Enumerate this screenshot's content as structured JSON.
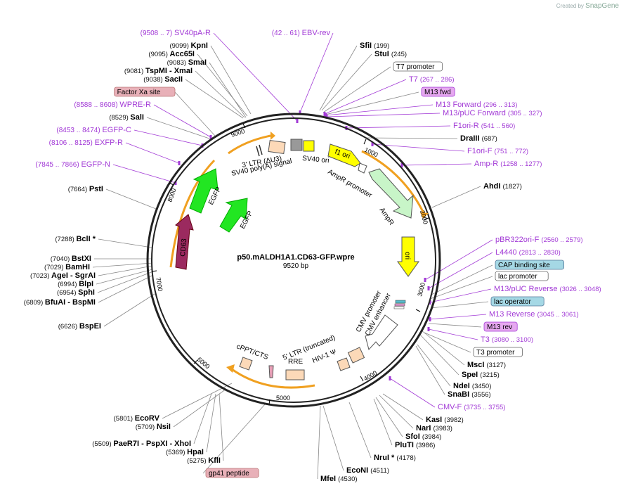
{
  "credit": {
    "prefix": "Created by",
    "brand": "SnapGene"
  },
  "plasmid": {
    "name": "p50.mALDH1A1.CD63-GFP.wpre",
    "size": "9520 bp"
  },
  "ticks": [
    "1000",
    "2000",
    "3000",
    "4000",
    "5000",
    "6000",
    "7000",
    "8000",
    "9000"
  ],
  "sites": [
    {
      "name": "SV40pA-R",
      "pos": "(9508 .. 7)",
      "kind": "primer"
    },
    {
      "name": "EBV-rev",
      "pos": "(42 .. 61)",
      "kind": "primer"
    },
    {
      "name": "KpnI",
      "pos": "(9099)",
      "kind": "enzyme"
    },
    {
      "name": "SfiI",
      "pos": "(199)",
      "kind": "enzyme"
    },
    {
      "name": "Acc65I",
      "pos": "(9095)",
      "kind": "enzyme"
    },
    {
      "name": "StuI",
      "pos": "(245)",
      "kind": "enzyme"
    },
    {
      "name": "SmaI",
      "pos": "(9083)",
      "kind": "enzyme"
    },
    {
      "name": "T7 promoter",
      "pos": "",
      "kind": "box-white"
    },
    {
      "name": "TspMI - XmaI",
      "pos": "(9081)",
      "kind": "enzyme"
    },
    {
      "name": "T7",
      "pos": "(267 .. 286)",
      "kind": "primer"
    },
    {
      "name": "SacII",
      "pos": "(9038)",
      "kind": "enzyme"
    },
    {
      "name": "M13 fwd",
      "pos": "",
      "kind": "box-purple"
    },
    {
      "name": "Factor Xa site",
      "pos": "",
      "kind": "box-pink"
    },
    {
      "name": "M13 Forward",
      "pos": "(296 .. 313)",
      "kind": "primer"
    },
    {
      "name": "WPRE-R",
      "pos": "(8588 .. 8608)",
      "kind": "primer"
    },
    {
      "name": "M13/pUC Forward",
      "pos": "(305 .. 327)",
      "kind": "primer"
    },
    {
      "name": "SalI",
      "pos": "(8529)",
      "kind": "enzyme"
    },
    {
      "name": "F1ori-R",
      "pos": "(541 .. 560)",
      "kind": "primer"
    },
    {
      "name": "EGFP-C",
      "pos": "(8453 .. 8474)",
      "kind": "primer"
    },
    {
      "name": "DraIII",
      "pos": "(687)",
      "kind": "enzyme"
    },
    {
      "name": "EXFP-R",
      "pos": "(8106 .. 8125)",
      "kind": "primer"
    },
    {
      "name": "F1ori-F",
      "pos": "(751 .. 772)",
      "kind": "primer"
    },
    {
      "name": "EGFP-N",
      "pos": "(7845 .. 7866)",
      "kind": "primer"
    },
    {
      "name": "Amp-R",
      "pos": "(1258 .. 1277)",
      "kind": "primer"
    },
    {
      "name": "AhdI",
      "pos": "(1827)",
      "kind": "enzyme"
    },
    {
      "name": "PstI",
      "pos": "(7664)",
      "kind": "enzyme"
    },
    {
      "name": "pBR322ori-F",
      "pos": "(2560 .. 2579)",
      "kind": "primer"
    },
    {
      "name": "BclI *",
      "pos": "(7288)",
      "kind": "enzyme"
    },
    {
      "name": "L4440",
      "pos": "(2813 .. 2830)",
      "kind": "primer"
    },
    {
      "name": "BstXI",
      "pos": "(7040)",
      "kind": "enzyme"
    },
    {
      "name": "CAP binding site",
      "pos": "",
      "kind": "box-blue"
    },
    {
      "name": "BamHI",
      "pos": "(7029)",
      "kind": "enzyme"
    },
    {
      "name": "lac promoter",
      "pos": "",
      "kind": "box-white"
    },
    {
      "name": "AgeI - SgrAI",
      "pos": "(7023)",
      "kind": "enzyme"
    },
    {
      "name": "M13/pUC Reverse",
      "pos": "(3026 .. 3048)",
      "kind": "primer"
    },
    {
      "name": "BlpI",
      "pos": "(6994)",
      "kind": "enzyme"
    },
    {
      "name": "lac operator",
      "pos": "",
      "kind": "box-blue"
    },
    {
      "name": "SphI",
      "pos": "(6954)",
      "kind": "enzyme"
    },
    {
      "name": "BfuAI - BspMI",
      "pos": "(6809)",
      "kind": "enzyme"
    },
    {
      "name": "M13 Reverse",
      "pos": "(3045 .. 3061)",
      "kind": "primer"
    },
    {
      "name": "M13 rev",
      "pos": "",
      "kind": "box-purple"
    },
    {
      "name": "BspEI",
      "pos": "(6626)",
      "kind": "enzyme"
    },
    {
      "name": "T3",
      "pos": "(3080 .. 3100)",
      "kind": "primer"
    },
    {
      "name": "T3 promoter",
      "pos": "",
      "kind": "box-white"
    },
    {
      "name": "MscI",
      "pos": "(3127)",
      "kind": "enzyme"
    },
    {
      "name": "SpeI",
      "pos": "(3215)",
      "kind": "enzyme"
    },
    {
      "name": "NdeI",
      "pos": "(3450)",
      "kind": "enzyme"
    },
    {
      "name": "SnaBI",
      "pos": "(3556)",
      "kind": "enzyme"
    },
    {
      "name": "CMV-F",
      "pos": "(3735 .. 3755)",
      "kind": "primer"
    },
    {
      "name": "EcoRV",
      "pos": "(5801)",
      "kind": "enzyme"
    },
    {
      "name": "KasI",
      "pos": "(3982)",
      "kind": "enzyme"
    },
    {
      "name": "NsiI",
      "pos": "(5709)",
      "kind": "enzyme"
    },
    {
      "name": "NarI",
      "pos": "(3983)",
      "kind": "enzyme"
    },
    {
      "name": "SfoI",
      "pos": "(3984)",
      "kind": "enzyme"
    },
    {
      "name": "PaeR7I - PspXI - XhoI",
      "pos": "(5509)",
      "kind": "enzyme"
    },
    {
      "name": "PluTI",
      "pos": "(3986)",
      "kind": "enzyme"
    },
    {
      "name": "HpaI",
      "pos": "(5369)",
      "kind": "enzyme"
    },
    {
      "name": "NruI *",
      "pos": "(4178)",
      "kind": "enzyme"
    },
    {
      "name": "KflI",
      "pos": "(5275)",
      "kind": "enzyme"
    },
    {
      "name": "EcoNI",
      "pos": "(4511)",
      "kind": "enzyme"
    },
    {
      "name": "gp41 peptide",
      "pos": "",
      "kind": "box-pink"
    },
    {
      "name": "MfeI",
      "pos": "(4530)",
      "kind": "enzyme"
    }
  ],
  "features": [
    "3' LTR (ΔU3)",
    "SV40 poly(A) signal",
    "SV40 ori",
    "f1 ori",
    "AmpR promoter",
    "AmpR",
    "ori",
    "CMV promoter",
    "CMV enhancer",
    "5' LTR (truncated)",
    "HIV-1 Ψ",
    "RRE",
    "cPPT/CTS",
    "EGFP",
    "EGFP",
    "CD63"
  ],
  "colors": {
    "primer": "#a23ad6",
    "egfp": "#22e622",
    "cd63": "#9b2a5f",
    "ori": "#ffff00",
    "ampr": "#c8f5c8",
    "orange": "#f0a020",
    "ltr": "#fcd9b8"
  }
}
